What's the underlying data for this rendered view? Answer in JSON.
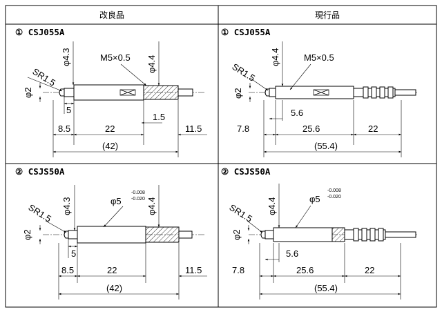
{
  "table": {
    "headers": [
      "改良品",
      "現行品"
    ]
  },
  "panels": {
    "p1": {
      "title": "① CSJ055A",
      "dims": {
        "sr": "SR1.5",
        "phi2": "φ2",
        "phi43": "φ4.3",
        "m5": "M5×0.5",
        "phi44": "φ4.4",
        "d5": "5",
        "d15": "1.5",
        "d85": "8.5",
        "d22": "22",
        "d115": "11.5",
        "d42": "(42)"
      }
    },
    "p2": {
      "title": "① CSJ055A",
      "dims": {
        "sr": "SR1.5",
        "phi2": "φ2",
        "phi44": "φ4.4",
        "m5": "M5×0.5",
        "d56": "5.6",
        "d78": "7.8",
        "d256": "25.6",
        "d22": "22",
        "d554": "(55.4)"
      }
    },
    "p3": {
      "title": "② CSJS50A",
      "dims": {
        "sr": "SR1.5",
        "phi2": "φ2",
        "phi43": "φ4.3",
        "phi5": "φ5",
        "tol_up": "-0.008",
        "tol_dn": "-0.020",
        "phi44": "φ4.4",
        "d5": "5",
        "d85": "8.5",
        "d22": "22",
        "d115": "11.5",
        "d42": "(42)"
      }
    },
    "p4": {
      "title": "② CSJS50A",
      "dims": {
        "sr": "SR1.5",
        "phi2": "φ2",
        "phi44": "φ4.4",
        "phi5": "φ5",
        "tol_up": "-0.008",
        "tol_dn": "-0.020",
        "d56": "5.6",
        "d78": "7.8",
        "d256": "25.6",
        "d22": "22",
        "d554": "(55.4)"
      }
    }
  }
}
